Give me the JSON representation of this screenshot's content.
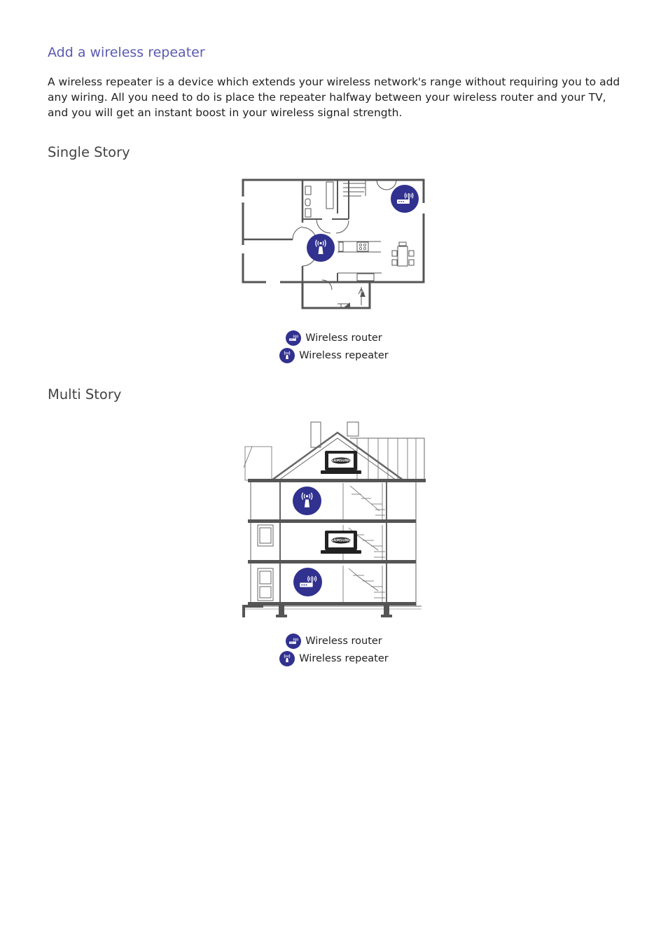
{
  "section": {
    "title": "Add a wireless repeater",
    "body": "A wireless repeater is a device which extends your wireless network's range without requiring you to add any wiring. All you need to do is place the repeater halfway between your wireless router and your TV, and you will get an instant boost in your wireless signal strength."
  },
  "single_story": {
    "title": "Single Story",
    "legend": [
      {
        "icon": "wireless-router-icon",
        "label": "Wireless router"
      },
      {
        "icon": "wireless-repeater-icon",
        "label": "Wireless repeater"
      }
    ]
  },
  "multi_story": {
    "title": "Multi Story",
    "tv_brand": "SAMSUNG",
    "legend": [
      {
        "icon": "wireless-router-icon",
        "label": "Wireless router"
      },
      {
        "icon": "wireless-repeater-icon",
        "label": "Wireless repeater"
      }
    ]
  },
  "colors": {
    "heading": "#5a5ab0",
    "icon_fill": "#31318f",
    "line": "#555555"
  }
}
